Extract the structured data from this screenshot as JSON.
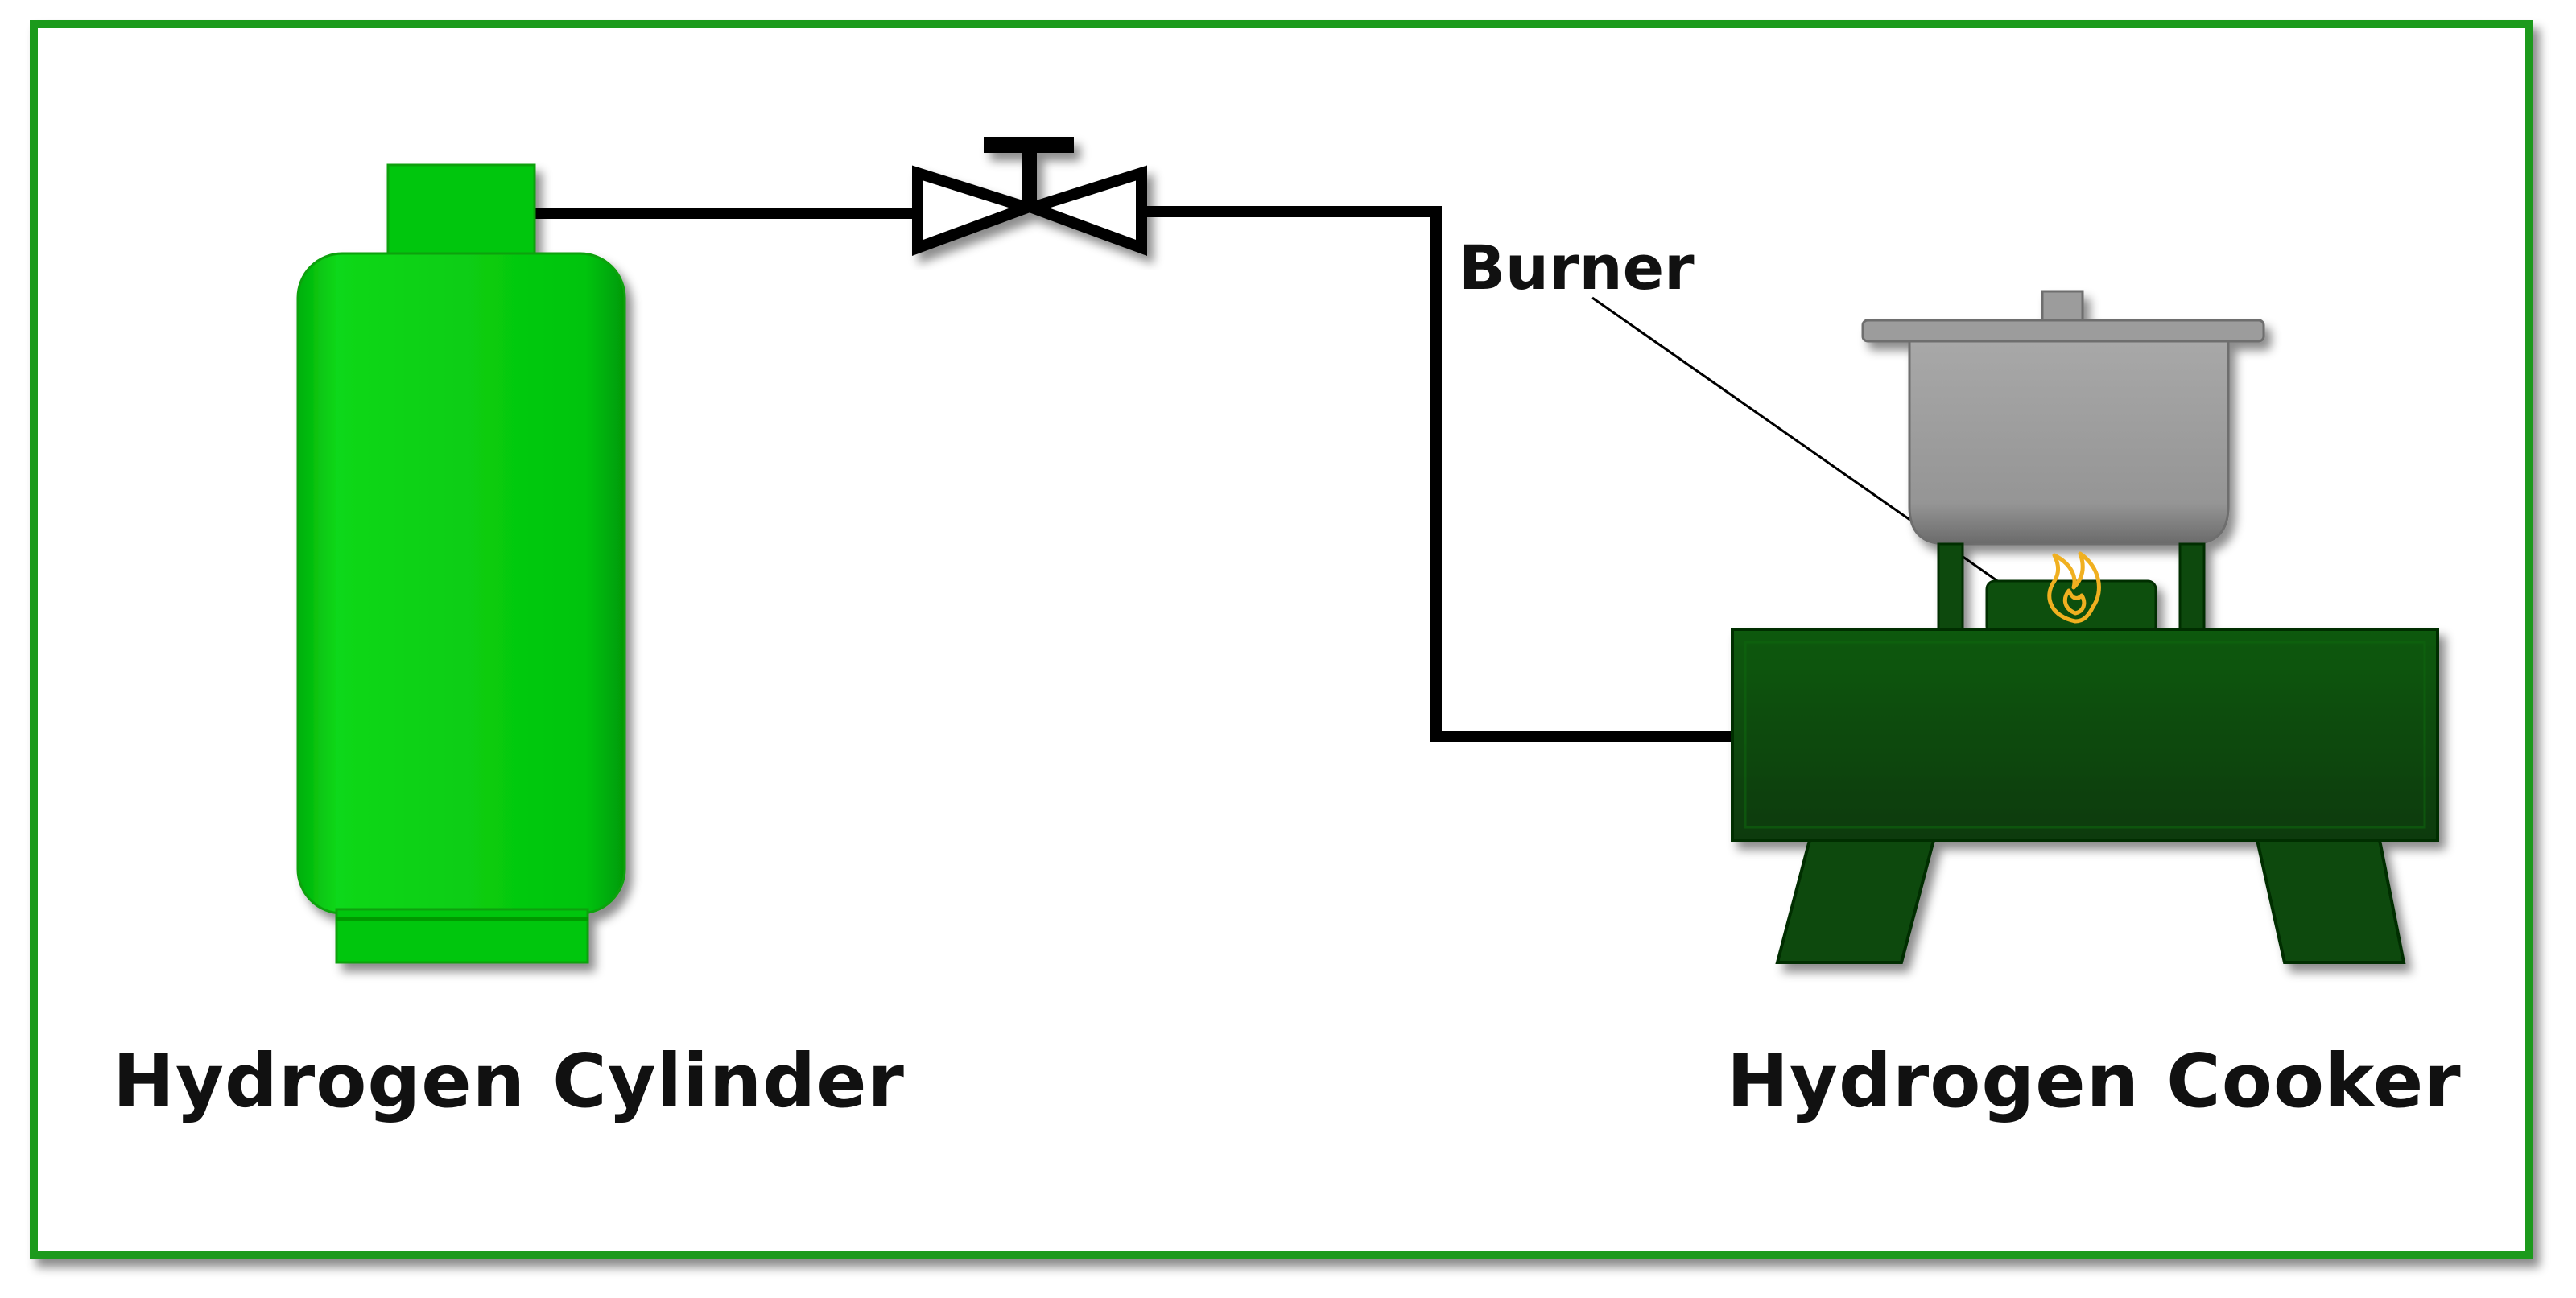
{
  "diagram": {
    "labels": {
      "cylinder": "Hydrogen Cylinder",
      "cooker": "Hydrogen Cooker",
      "burner": "Burner"
    },
    "colors": {
      "frame": "#1a9a1a",
      "cylinder": "#00c60a",
      "cylinder_dark": "#02a008",
      "cooker_body": "#0b4a0b",
      "cooker_dark": "#073407",
      "pot": "#9c9c9c",
      "pot_dark": "#6e6e6e",
      "pipe": "#000000",
      "flame": "#f0b020"
    },
    "icons": {
      "valve": "valve-icon",
      "flame": "flame-icon"
    }
  }
}
